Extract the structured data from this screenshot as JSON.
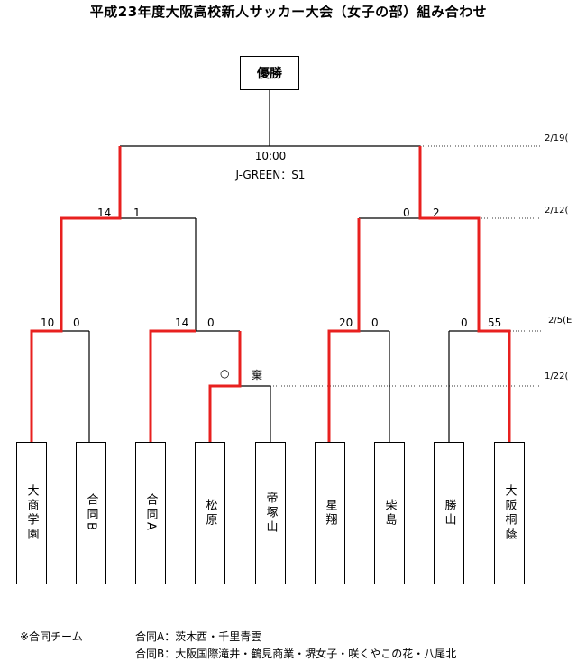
{
  "title": "平成23年度大阪高校新人サッカー大会（女子の部）組み合わせ",
  "champion_label": "優勝",
  "final": {
    "time": "10:00",
    "venue": "J-GREEN：S1"
  },
  "dates": [
    "2/19(",
    "2/12(",
    "2/5(E",
    "1/22("
  ],
  "scores": {
    "final_left": "14",
    "final_right": "1",
    "semi_left": "0",
    "semi_right": "2",
    "qf1_left": "10",
    "qf1_right": "0",
    "qf2_left": "14",
    "qf2_right": "0",
    "qf3_left": "20",
    "qf3_right": "0",
    "qf4_left": "0",
    "qf4_right": "55"
  },
  "r1_marks": {
    "win": "○",
    "forfeit": "棄"
  },
  "teams": [
    "大商学園",
    "合同B",
    "合同A",
    "松原",
    "帝塚山",
    "星翔",
    "柴島",
    "勝山",
    "大阪桐蔭"
  ],
  "notes": {
    "label": "※合同チーム",
    "line_a": "合同A：茨木西・千里青雲",
    "line_b": "合同B：大阪国際滝井・鶴見商業・堺女子・咲くやこの花・八尾北"
  },
  "colors": {
    "winner_line": "#e8201f",
    "line": "#000000",
    "dotted": "#333333"
  }
}
